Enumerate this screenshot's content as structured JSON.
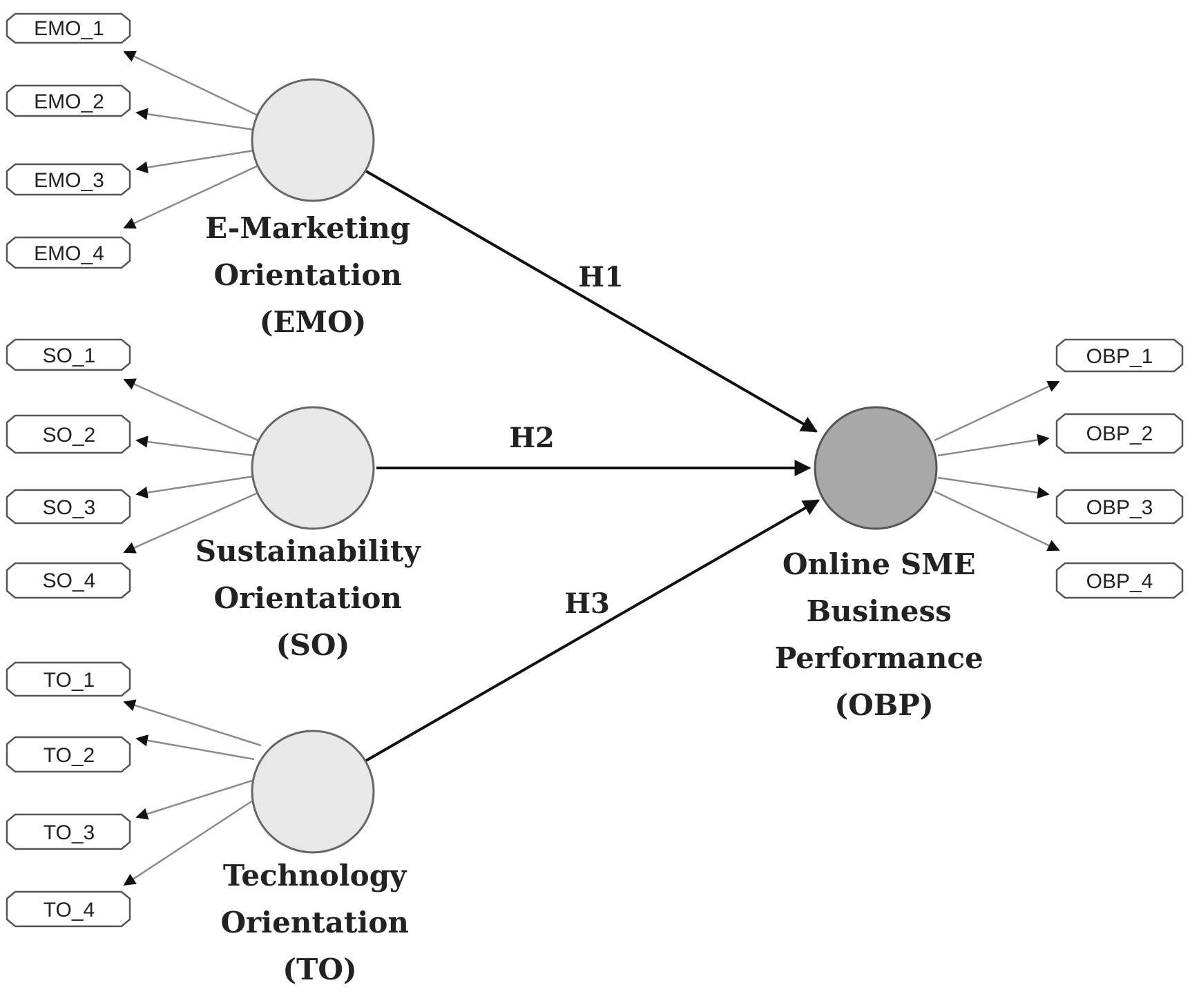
{
  "constructs": {
    "emo": {
      "label_lines": [
        "E-Marketing",
        "Orientation",
        "(EMO)"
      ],
      "indicators": [
        "EMO_1",
        "EMO_2",
        "EMO_3",
        "EMO_4"
      ]
    },
    "so": {
      "label_lines": [
        "Sustainability",
        "Orientation",
        "(SO)"
      ],
      "indicators": [
        "SO_1",
        "SO_2",
        "SO_3",
        "SO_4"
      ]
    },
    "to": {
      "label_lines": [
        "Technology",
        "Orientation",
        "(TO)"
      ],
      "indicators": [
        "TO_1",
        "TO_2",
        "TO_3",
        "TO_4"
      ]
    },
    "obp": {
      "label_lines": [
        "Online SME",
        "Business",
        "Performance",
        "(OBP)"
      ],
      "indicators": [
        "OBP_1",
        "OBP_2",
        "OBP_3",
        "OBP_4"
      ]
    }
  },
  "hypotheses": {
    "h1": "H1",
    "h2": "H2",
    "h3": "H3"
  },
  "colors": {
    "exogenous_fill": "#e8e8e8",
    "endogenous_fill": "#a8a8a8"
  }
}
